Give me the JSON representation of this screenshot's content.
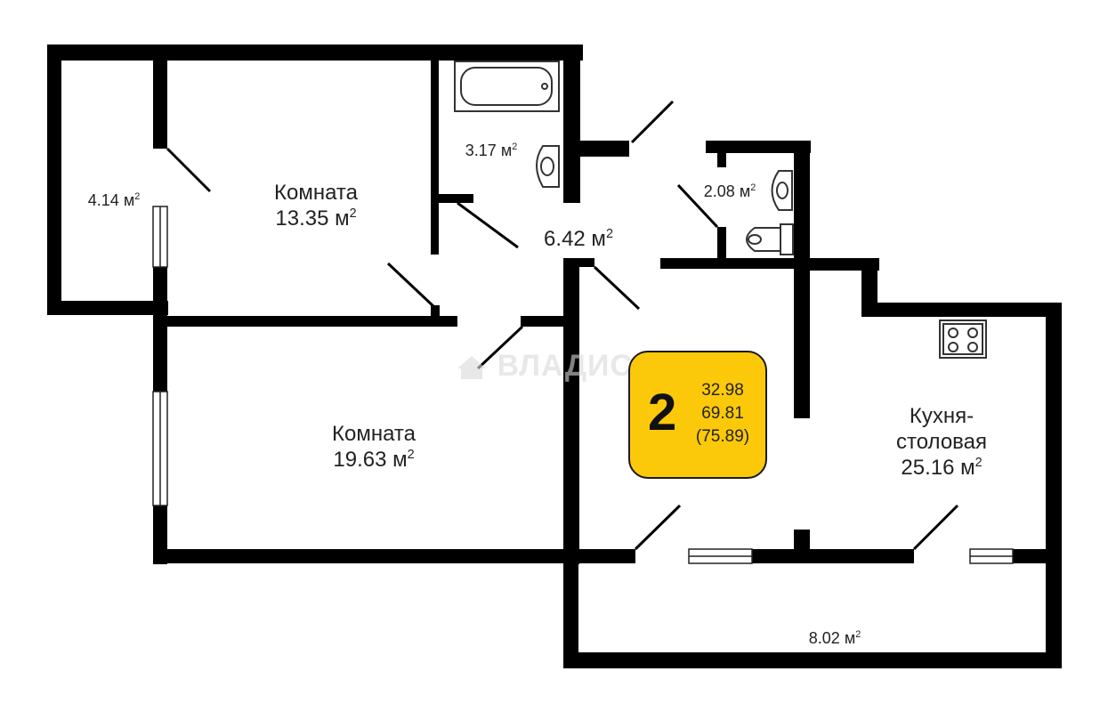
{
  "colors": {
    "wall": "#000000",
    "badge_fill": "#FCC90A",
    "fixture_stroke": "#333333"
  },
  "watermark": {
    "text": "ВЛАДИС"
  },
  "badge": {
    "rooms": "2",
    "living_area": "32.98",
    "total_area": "69.81",
    "total_with_balcony": "(75.89)"
  },
  "rooms": {
    "balcony_left": {
      "area": "4.14 м",
      "unit_sup": "2"
    },
    "room_small": {
      "name": "Комната",
      "area": "13.35 м",
      "unit_sup": "2"
    },
    "bathroom": {
      "area": "3.17 м",
      "unit_sup": "2"
    },
    "hallway": {
      "area": "6.42 м",
      "unit_sup": "2"
    },
    "toilet": {
      "area": "2.08 м",
      "unit_sup": "2"
    },
    "room_large": {
      "name": "Комната",
      "area": "19.63 м",
      "unit_sup": "2"
    },
    "kitchen": {
      "name_line1": "Кухня-",
      "name_line2": "столовая",
      "area": "25.16 м",
      "unit_sup": "2"
    },
    "balcony_bottom": {
      "area": "8.02 м",
      "unit_sup": "2"
    }
  },
  "icons": [
    "bathtub-icon",
    "sink-icon",
    "toilet-icon",
    "stove-icon",
    "watermark-house-icon"
  ]
}
